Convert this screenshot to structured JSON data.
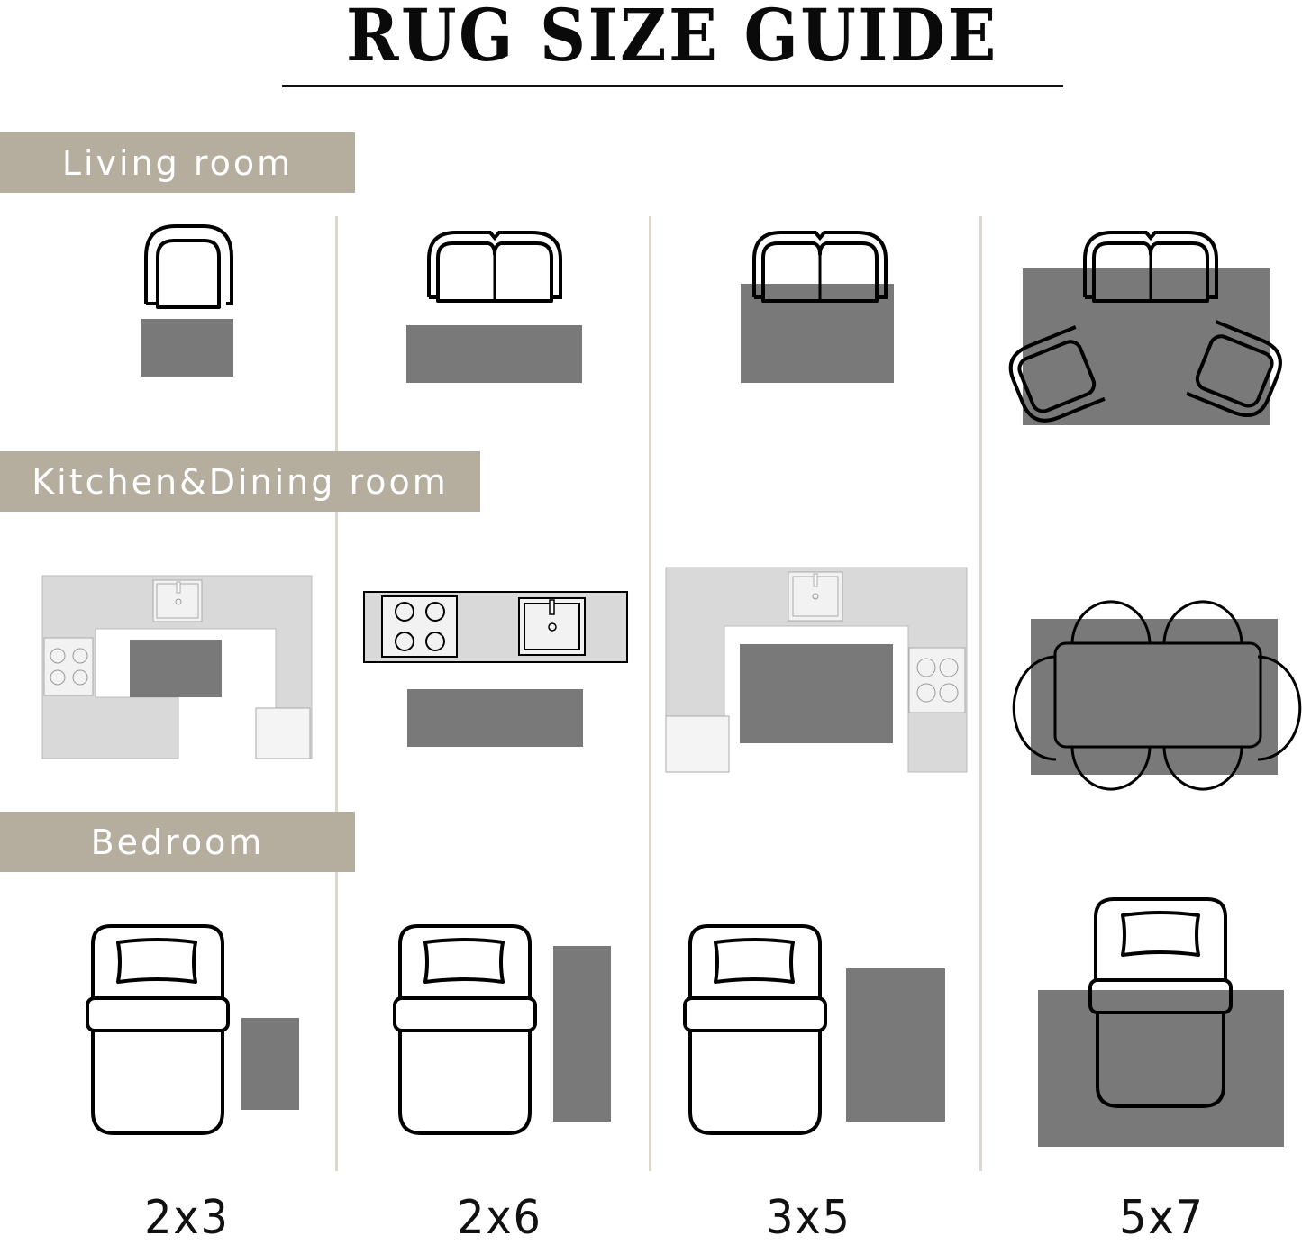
{
  "header": {
    "title": "RUG SIZE GUIDE"
  },
  "sections": [
    {
      "id": "living",
      "label": "Living room"
    },
    {
      "id": "kitchen",
      "label": "Kitchen&Dining room"
    },
    {
      "id": "bedroom",
      "label": "Bedroom"
    }
  ],
  "columns": [
    {
      "size": "2x3",
      "living": "armchair with small rug in front",
      "kitchen": "U-shaped kitchen with small rug",
      "bedroom": "single bed with small rug beside"
    },
    {
      "size": "2x6",
      "living": "loveseat with runner rug in front",
      "kitchen": "galley counter with runner rug",
      "bedroom": "single bed with runner rug beside"
    },
    {
      "size": "3x5",
      "living": "loveseat partially on rug",
      "kitchen": "U-shaped kitchen with medium rug",
      "bedroom": "single bed with medium rug beside"
    },
    {
      "size": "5x7",
      "living": "loveseat and two armchairs on rug",
      "kitchen": "dining table with six chairs on rug",
      "bedroom": "bed placed on large rug"
    }
  ],
  "colors": {
    "band": "#b5ae9f",
    "rug": "#797979",
    "counter": "#d9d9d9",
    "divider": "#dcd8d0",
    "line": "#000000"
  }
}
